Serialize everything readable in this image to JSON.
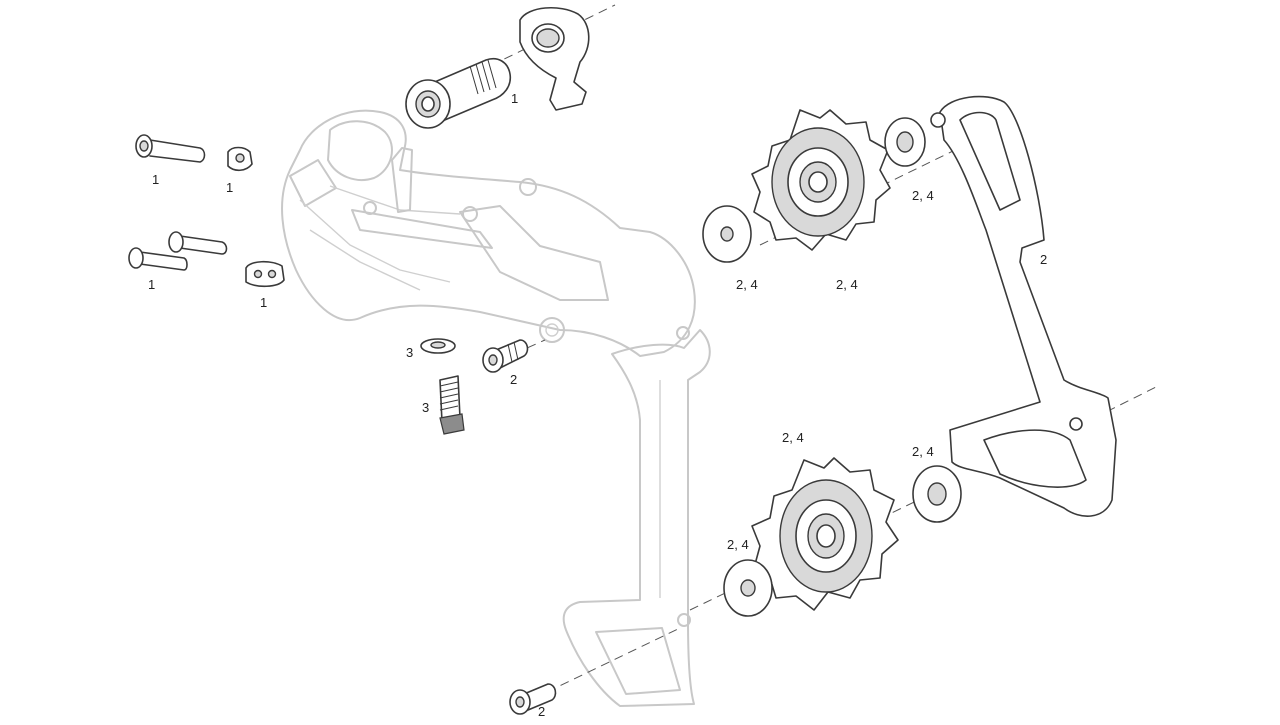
{
  "diagram": {
    "callouts": [
      {
        "id": "c-axle-bolt",
        "text": "1"
      },
      {
        "id": "c-bolt-a",
        "text": "1"
      },
      {
        "id": "c-clip-a",
        "text": "1"
      },
      {
        "id": "c-bolt-pair",
        "text": "1"
      },
      {
        "id": "c-bushing",
        "text": "1"
      },
      {
        "id": "c-washer-3",
        "text": "3"
      },
      {
        "id": "c-screw-2",
        "text": "2"
      },
      {
        "id": "c-screw-3",
        "text": "3"
      },
      {
        "id": "c-washer-upper-left",
        "text": "2, 4"
      },
      {
        "id": "c-pulley-upper",
        "text": "2, 4"
      },
      {
        "id": "c-washer-upper-right",
        "text": "2, 4"
      },
      {
        "id": "c-cage-plate",
        "text": "2"
      },
      {
        "id": "c-pulley-lower",
        "text": "2, 4"
      },
      {
        "id": "c-washer-lower-right",
        "text": "2, 4"
      },
      {
        "id": "c-washer-lower-left",
        "text": "2, 4"
      },
      {
        "id": "c-cage-bolt",
        "text": "2"
      }
    ],
    "colors": {
      "ghost_outline": "#c8c8c8",
      "part_outline": "#3a3a3a",
      "part_fill": "#d9d9d9",
      "callout_text": "#222222"
    }
  }
}
